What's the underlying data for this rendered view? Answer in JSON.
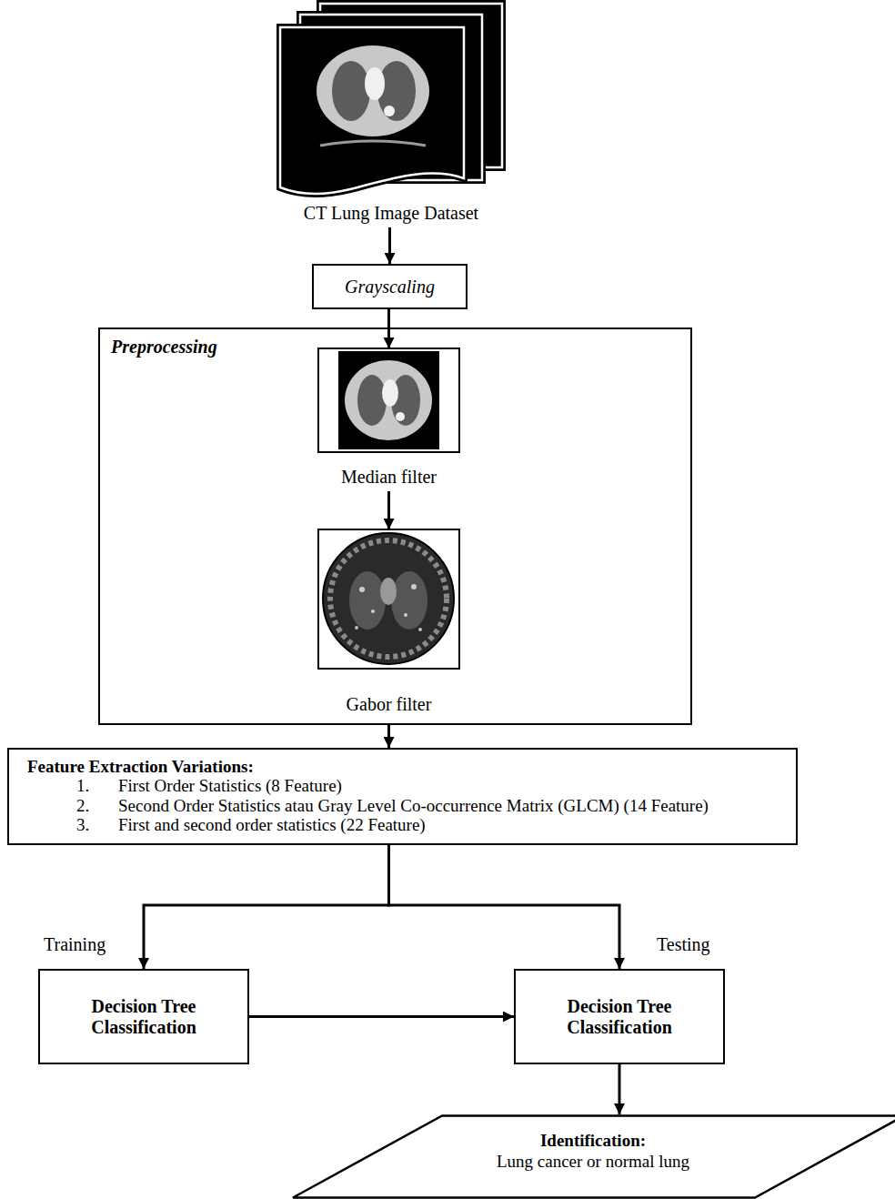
{
  "diagram": {
    "nodes": [
      {
        "text": [
          "CT Lung Image Dataset"
        ]
      },
      {
        "text": [
          "Grayscaling"
        ]
      },
      {
        "text": [
          "Preprocessing"
        ]
      },
      {
        "text": [
          "Median filter"
        ],
        "in": 2
      },
      {
        "text": [
          "Gabor filter"
        ],
        "in": 2
      },
      {
        "text": [
          "Feature Extraction Variations:",
          "1.",
          "First Order Statistics (8 Feature)",
          "2.",
          "Second Order Statistics atau Gray Level Co-occurrence Matrix (GLCM) (14 Feature)",
          "3.",
          "First and second order statistics (22 Feature)"
        ]
      },
      {
        "text": [
          "Decision Tree Classification"
        ]
      },
      {
        "text": [
          "Decision Tree Classification"
        ]
      },
      {
        "text": [
          "Identification:",
          "Lung cancer or normal lung"
        ]
      }
    ],
    "edges": [
      {
        "from": 0,
        "to": 1,
        "arrow": "to"
      },
      {
        "from": 1,
        "to": 3,
        "arrow": "to"
      },
      {
        "from": 3,
        "to": 4,
        "arrow": "to"
      },
      {
        "from": 2,
        "to": 5,
        "arrow": "to"
      },
      {
        "from": 5,
        "to": 6,
        "label": "Training",
        "arrow": "to"
      },
      {
        "from": 5,
        "to": 7,
        "label": "Testing",
        "arrow": "to"
      },
      {
        "from": 6,
        "to": 7,
        "arrow": "to"
      },
      {
        "from": 7,
        "to": 8,
        "arrow": "to"
      }
    ]
  }
}
